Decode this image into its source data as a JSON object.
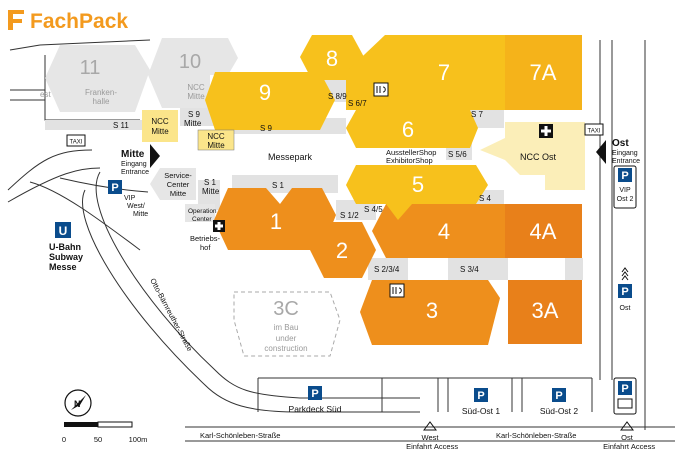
{
  "brand": {
    "name": "FachPack",
    "color": "#f39a1e"
  },
  "colors": {
    "hall_orange": "#ee8f1c",
    "hall_yellow": "#f7c11c",
    "hall_light": "#fbeeb8",
    "hall_grey": "#e6e6e6",
    "passage": "#e2e2e2",
    "parking_blue": "#0a4c8c"
  },
  "halls": {
    "h1": "1",
    "h2": "2",
    "h3": "3",
    "h3A": "3A",
    "h4": "4",
    "h4A": "4A",
    "h5": "5",
    "h6": "6",
    "h7": "7",
    "h7A": "7A",
    "h8": "8",
    "h9": "9",
    "h10": "10",
    "h11": "11",
    "h3C": "3C"
  },
  "labels": {
    "frankenhalle_1": "Franken-",
    "frankenhalle_2": "halle",
    "ncc_mitte_grey_1": "NCC",
    "ncc_mitte_grey_2": "Mitte",
    "ncc_mitte_a_1": "NCC",
    "ncc_mitte_a_2": "Mitte",
    "ncc_mitte_b_1": "NCC",
    "ncc_mitte_b_2": "Mitte",
    "ncc_ost": "NCC Ost",
    "messepark": "Messepark",
    "service_center_1": "Service-",
    "service_center_2": "Center",
    "service_center_3": "Mitte",
    "operation_center_1": "Operation",
    "operation_center_2": "Center",
    "betriebshof_1": "Betriebs-",
    "betriebshof_2": "hof",
    "exhibitor_shop_1": "AusstellerShop",
    "exhibitor_shop_2": "ExhibitorShop",
    "construction_1": "im Bau",
    "construction_2": "under",
    "construction_3": "construction",
    "west": "est",
    "taxi_west": "TAXI",
    "taxi_ost": "TAXI"
  },
  "passages": {
    "s11": "S 11",
    "s9": "S 9",
    "s8_9": "S 8/9",
    "s6_7": "S 6/7",
    "s9_mitte_1": "S 9",
    "s9_mitte_2": "Mitte",
    "s7": "S 7",
    "s5_6": "S 5/6",
    "s4": "S 4",
    "s4_5": "S 4/5",
    "s1": "S 1",
    "s1_2": "S 1/2",
    "s1_mitte_1": "S 1",
    "s1_mitte_2": "Mitte",
    "s2_3_4": "S 2/3/4",
    "s3_4": "S 3/4"
  },
  "entrances": {
    "mitte_title": "Mitte",
    "mitte_sub1": "Eingang",
    "mitte_sub2": "Entrance",
    "ost_title": "Ost",
    "ost_sub1": "Eingang",
    "ost_sub2": "Entrance"
  },
  "parking": {
    "p_symbol": "P",
    "vip_west_1": "VIP",
    "vip_west_2": "West/",
    "vip_west_3": "Mitte",
    "vip_ost_1": "VIP",
    "vip_ost_2": "Ost 2",
    "ost": "Ost",
    "parkdeck_sued": "Parkdeck Süd",
    "sued_ost_1": "Süd-Ost 1",
    "sued_ost_2": "Süd-Ost 2"
  },
  "transit": {
    "ubahn_symbol": "U",
    "ubahn_1": "U-Bahn",
    "ubahn_2": "Subway",
    "ubahn_3": "Messe"
  },
  "roads": {
    "otto_baerenreuther": "Otto-Bärnreuther-Straße",
    "karl_schoenleben_1": "Karl-Schönleben-Straße",
    "karl_schoenleben_2": "Karl-Schönleben-Straße",
    "west_einfahrt_1": "West",
    "west_einfahrt_2": "Einfahrt",
    "access_1": "Access",
    "ost_einfahrt_1": "Ost",
    "ost_einfahrt_2": "Einfahrt",
    "access_2": "Access"
  },
  "scale": {
    "tick0": "0",
    "tick50": "50",
    "tick100": "100m"
  },
  "compass": {
    "north": "N"
  }
}
